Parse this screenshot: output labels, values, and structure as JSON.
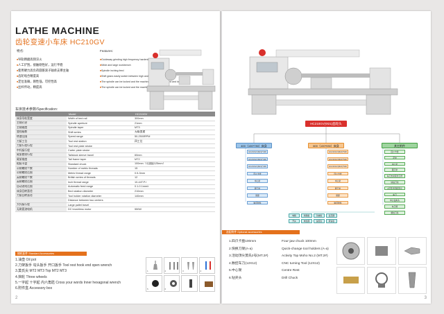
{
  "left_page": {
    "title": "LATHE MACHINE",
    "subtitle": "齿轮变速小车床 HC210GV",
    "features_cn_heading": "特点:",
    "features_en_heading": "Features:",
    "features_cn": [
      "导轨精磨高频淬火",
      "人工铲刮，接触刚性好，运行平稳",
      "使用硬力高负荷圆锥滚子轴承支撑主轴",
      "齿轮啮合精度高",
      "定位准确，刚性强，可控性高",
      "丝杆传动，精度高"
    ],
    "features_en": [
      "Guideway grinding high frequency hardening",
      "Wide and large workbench",
      "Spindle inching feed",
      "Shift gears easily switch between high and low speeds",
      "The spindle can be locked and the machine head can be raised and lowered",
      "The spindle can be locked and the machine head can be raised and lowered"
    ],
    "spec_title": "车床技术参数/Specification:",
    "spec_header": [
      "",
      "",
      "Model",
      "HC210GV"
    ],
    "spec_rows": [
      [
        "床身导轨宽度",
        "Width of bed rail",
        "300mm"
      ],
      [
        "主轴孔径",
        "Spindle aperture",
        "21mm"
      ],
      [
        "主轴锥度",
        "Spindle taper",
        "MT3"
      ],
      [
        "变档级数",
        "Shift series",
        "无级变速"
      ],
      [
        "转速范围",
        "Speed range",
        "50-2500RPM"
      ],
      [
        "刀架工位",
        "Tool rest station",
        "四工位"
      ],
      [
        "刀架行程行程",
        "Tool rest plate stroke",
        ""
      ],
      [
        "中托板行程",
        "Carter plate stroke",
        ""
      ],
      [
        "尾架套筒行程",
        "Tailstock sleeve travel",
        "60mm"
      ],
      [
        "尾架锥度",
        "Tail frame taper",
        "MT2"
      ],
      [
        "粗配卡盘",
        "Standard chuck",
        "100mm（可选配125mm）"
      ],
      [
        "公制螺纹个数",
        "Number of metric threads",
        "15"
      ],
      [
        "公制螺纹范围",
        "Metric thread range",
        "0.5-3mm"
      ],
      [
        "英制螺纹个数",
        "British series of threads",
        "12"
      ],
      [
        "英制螺纹范围",
        "Inch thread range",
        "10-44T.P.I"
      ],
      [
        "自动进给范围",
        "Automatic feed range",
        "0.1-0.1mm/r"
      ],
      [
        "床身回转直径",
        "Bed rotation diameter",
        "210mm"
      ],
      [
        "刀架回转直径",
        "Tool holder rotation diameter",
        "140mm"
      ],
      [
        "",
        "Distance between two centers",
        ""
      ],
      [
        "大托板行程",
        "Large pallet travel",
        ""
      ],
      [
        "无刷直流电机",
        "DC brushless motor",
        "550W"
      ]
    ],
    "accessories_bar": "随机配件 Standard Accessories",
    "accessories": [
      "1.油壶  Oil pot",
      "2.刀架扳手 勾头扳手 开口扳手    Tool rest hook end open wrench",
      "3.莫氏尖  MT2 MT3    Top MT2 MT3",
      "4.挡轮  Three wheels",
      "5.一字起 十字起 内六角匙   Cross your words  Inner hexagonal wrench",
      "6.附件盒    Accessory box"
    ],
    "accessory_photo_labels": [
      "1",
      "2",
      "3",
      "4",
      "5",
      "6"
    ],
    "page_number": "2"
  },
  "right_page": {
    "model_heading": "HC210GV(Φ21)齿轮头",
    "columns": [
      {
        "heading": "400（100*730）床身",
        "color": "#9ac3e8"
      },
      {
        "heading": "600（100*930）床身",
        "color": "#f6c58e"
      },
      {
        "heading": "其它附件",
        "color": "#9fd49f"
      }
    ],
    "col1_nodes": [
      "HC210GV(Φ21)*400",
      "HC210GV(Φ21)*400",
      "HC210GV(Φ21)*400",
      "四爪卡盘",
      "中心架",
      "跟刀架",
      "尾座",
      "锥度附件"
    ],
    "col2_nodes": [
      "HC210GV(Φ21)*600",
      "HC210GV(Φ21)*600",
      "HC210GV(Φ21)*600",
      "四爪卡盘",
      "中心架",
      "跟刀架",
      "尾座",
      "锥度附件"
    ],
    "col3_nodes": [
      "四爪卡盘",
      "花盘",
      "中心架",
      "跟刀架",
      "车刀支架延长刀杆",
      "快速刀架",
      "2号莫氏回转顶尖",
      "车刀",
      "中心钻夹头",
      "车刀柄",
      "螺纹刀具"
    ],
    "bottom_nodes": [
      "电箱",
      "线路板",
      "功放板",
      "变压器",
      "开关",
      "电位器",
      "速度表",
      "转速表"
    ],
    "accessories_bar": "选配附件  Optional accessories",
    "accessories": [
      {
        "cn": "1.四爪卡盘100mm",
        "en": "Four-jaw chuck 100mm"
      },
      {
        "cn": "2.快换刀架(A-a)",
        "en": "Quick-change tool holders (A-a)"
      },
      {
        "cn": "3.活动顶尖莫氏2号(MT.2#)",
        "en": "Activity Top Moho No.2 (MT.2#)"
      },
      {
        "cn": "4.数控车刀(12X12)",
        "en": "CNC turning Tool (12X12)"
      },
      {
        "cn": "5.中心架",
        "en": "Centre Rest"
      },
      {
        "cn": "6.钻夹头",
        "en": "Drill Chuck"
      }
    ],
    "photo_labels": [
      "1",
      "2",
      "3",
      "4",
      "5",
      "6"
    ],
    "page_number": "3"
  },
  "colors": {
    "accent": "#e4711c",
    "red": "#d9302c",
    "machine": "#dcdcdc"
  }
}
